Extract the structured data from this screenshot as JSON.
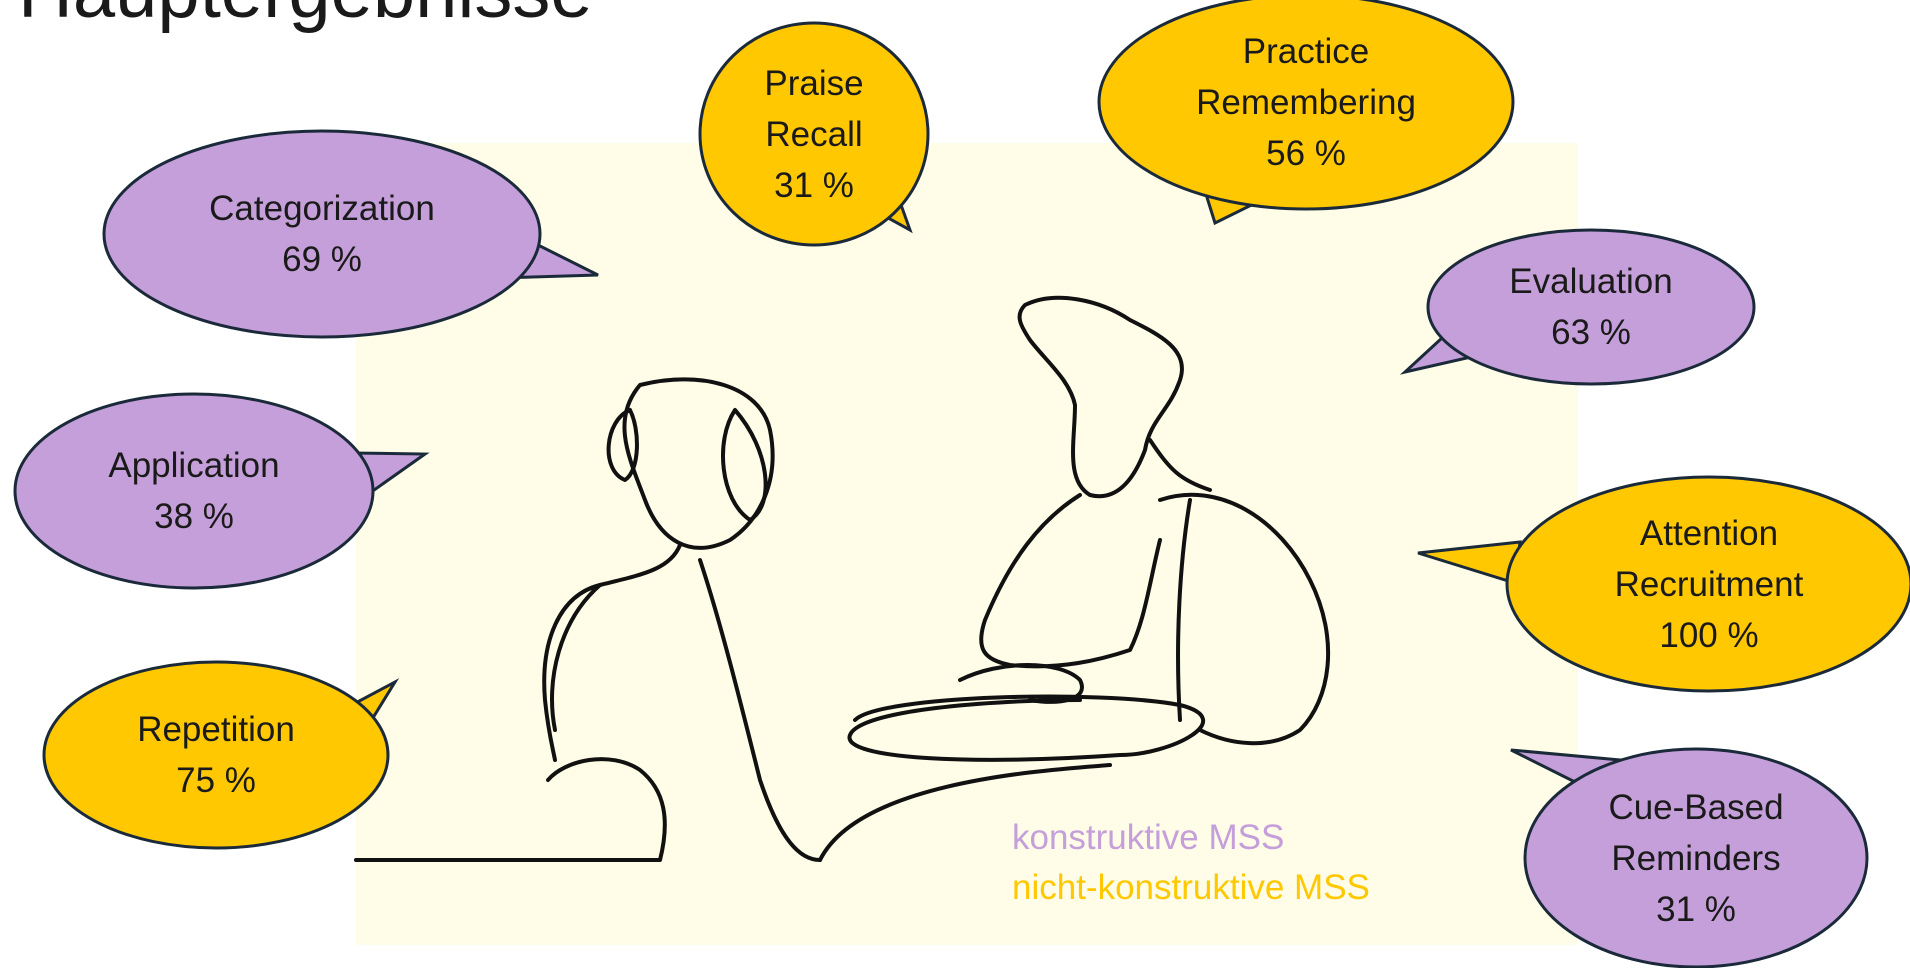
{
  "title": "Hauptergebnisse",
  "colors": {
    "constructive": "#c59fd9",
    "non_constructive": "#ffc800",
    "outline": "#1b2a3a",
    "panel": "#fffde7"
  },
  "bubbles": [
    {
      "id": "praise-recall",
      "lines": [
        "Praise",
        "Recall",
        "31 %"
      ],
      "category": "non_constructive"
    },
    {
      "id": "practice-remembering",
      "lines": [
        "Practice",
        "Remembering",
        "56 %"
      ],
      "category": "non_constructive"
    },
    {
      "id": "categorization",
      "lines": [
        "Categorization",
        "69 %"
      ],
      "category": "constructive"
    },
    {
      "id": "evaluation",
      "lines": [
        "Evaluation",
        "63 %"
      ],
      "category": "constructive"
    },
    {
      "id": "application",
      "lines": [
        "Application",
        "38 %"
      ],
      "category": "constructive"
    },
    {
      "id": "attention-recruitment",
      "lines": [
        "Attention",
        "Recruitment",
        "100 %"
      ],
      "category": "non_constructive"
    },
    {
      "id": "repetition",
      "lines": [
        "Repetition",
        "75 %"
      ],
      "category": "non_constructive"
    },
    {
      "id": "cue-based-reminders",
      "lines": [
        "Cue-Based",
        "Reminders",
        "31 %"
      ],
      "category": "constructive"
    }
  ],
  "legend": {
    "constructive": "konstruktive MSS",
    "non_constructive": "nicht-konstruktive MSS"
  }
}
